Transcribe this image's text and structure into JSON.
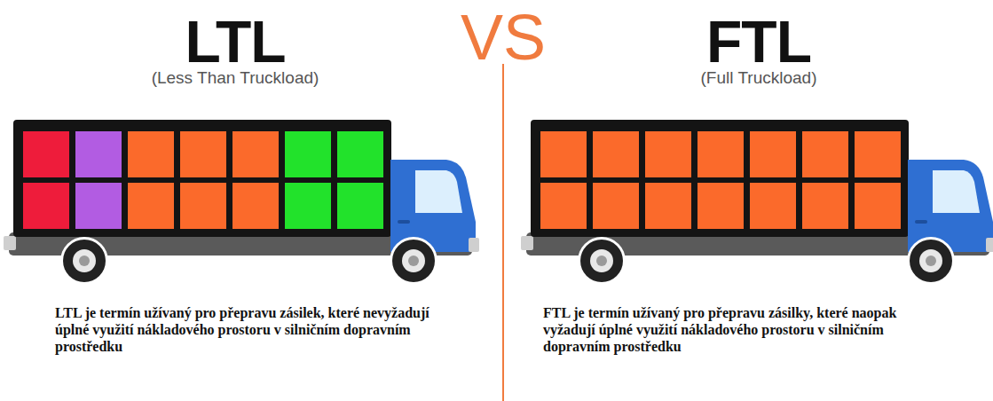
{
  "diagram": {
    "labels": [
      "LTL",
      "(Less Than Truckload)",
      "VS",
      "FTL",
      "(Full Truckload)",
      "LTL je termín užívaný pro přepravu zásilek, které nevyžadují úplné využití nákladového prostoru v silničním dopravním prostředku",
      "FTL je termín užívaný pro přepravu zásilky, které naopak vyžadují úplné využití nákladového prostoru v silničním dopravním prostředku"
    ]
  }
}
